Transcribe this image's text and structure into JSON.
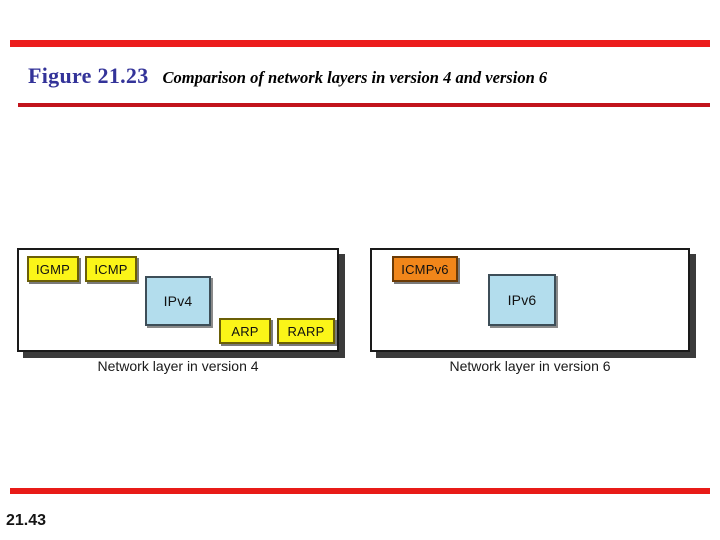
{
  "slide": {
    "figure_label": "Figure 21.23",
    "figure_caption": "Comparison of network layers in version 4 and version 6",
    "page_number": "21.43",
    "accent_rule_color": "#ec1c1c",
    "accent_rule_color_secondary": "#c2141c",
    "title_color": "#333399"
  },
  "diagram": {
    "panels": [
      {
        "id": "v4",
        "caption": "Network layer in version 4",
        "boxes": [
          {
            "label": "IGMP",
            "fill": "#fbf518",
            "border": "#6b5f06"
          },
          {
            "label": "ICMP",
            "fill": "#fbf518",
            "border": "#6b5f06"
          },
          {
            "label": "IPv4",
            "fill": "#b3dded",
            "border": "#3d4e58"
          },
          {
            "label": "ARP",
            "fill": "#fbf518",
            "border": "#6b5f06"
          },
          {
            "label": "RARP",
            "fill": "#fbf518",
            "border": "#6b5f06"
          }
        ]
      },
      {
        "id": "v6",
        "caption": "Network layer in version 6",
        "boxes": [
          {
            "label": "ICMPv6",
            "fill": "#f1861a",
            "border": "#6b3a05"
          },
          {
            "label": "IPv6",
            "fill": "#b3dded",
            "border": "#3d4e58"
          }
        ]
      }
    ]
  }
}
